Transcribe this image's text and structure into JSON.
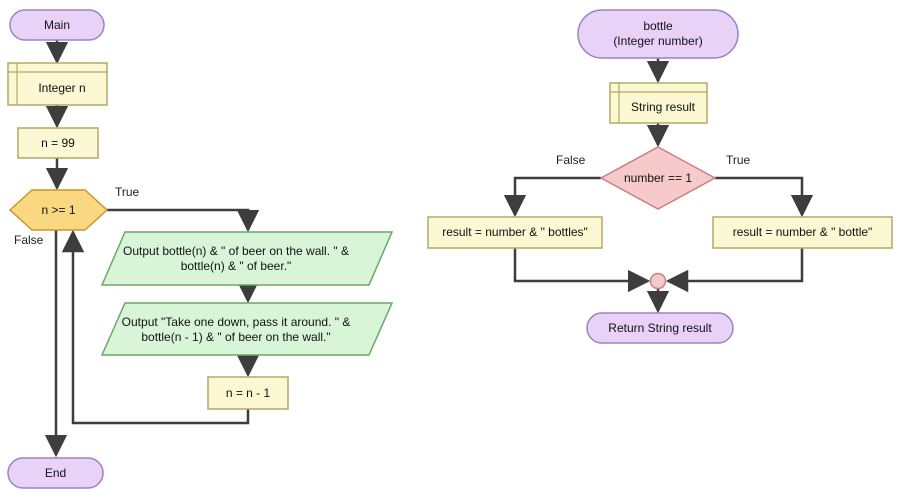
{
  "window": {
    "background": "#ffffff"
  },
  "colors": {
    "terminal_fill": "#e9d2f8",
    "terminal_border": "#9c82be",
    "box_fill": "#fbf8d3",
    "box_border": "#b3a967",
    "decision_fill": "#fad881",
    "decision_border": "#c9962f",
    "io_fill": "#d9f5d8",
    "io_border": "#6ba76b",
    "branch_fill": "#f6caca",
    "branch_border": "#c98080",
    "connector": "#3d3d3d"
  },
  "main_flow": {
    "start_label": "Main",
    "declare_label": "Integer n",
    "init_label": "n = 99",
    "condition_label": "n >= 1",
    "true_label": "True",
    "false_label": "False",
    "output1_line1": "Output bottle(n) & \" of beer on the wall. \" &",
    "output1_line2": "bottle(n) & \" of beer.\"",
    "output2_line1": "Output \"Take one down, pass it around. \" &",
    "output2_line2": "bottle(n - 1) & \" of beer on the wall.\"",
    "decrement_label": "n = n - 1",
    "end_label": "End"
  },
  "bottle_flow": {
    "start_line1": "bottle",
    "start_line2": "(Integer number)",
    "declare_label": "String result",
    "condition_label": "number == 1",
    "false_label": "False",
    "true_label": "True",
    "false_result_label": "result = number & \" bottles\"",
    "true_result_label": "result = number & \" bottle\"",
    "return_label": "Return String result"
  }
}
